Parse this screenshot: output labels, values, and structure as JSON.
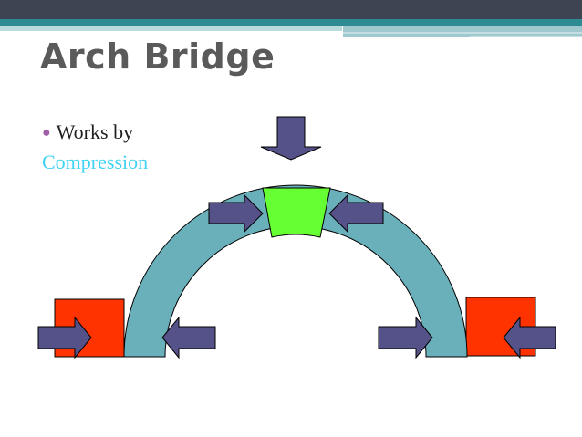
{
  "slide": {
    "title": "Arch Bridge",
    "bullet": {
      "text": "Works by",
      "highlight": "Compression"
    }
  },
  "colors": {
    "header_dark": "#3d4553",
    "header_teal": "#2e8a93",
    "header_light": "#9fc9ce",
    "title_text": "#5a5a5a",
    "bullet_mark": "#a05ea8",
    "highlight_text": "#3fd2f2",
    "arch_fill": "#6ab0bb",
    "keystone_fill": "#66ff33",
    "abutment_fill": "#ff3300",
    "arrow_fill": "#545288"
  },
  "icons": {
    "bullet": "bullet-dot",
    "arrows": [
      "arrow-down-icon",
      "arrow-right-icon",
      "arrow-left-icon"
    ]
  }
}
